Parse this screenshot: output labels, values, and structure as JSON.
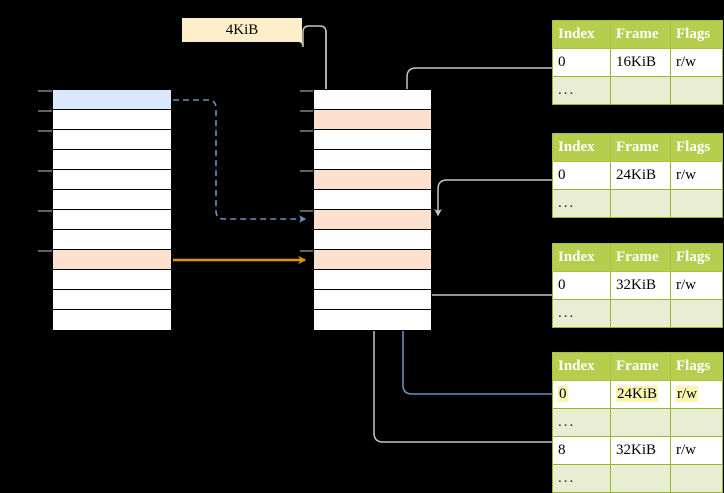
{
  "diagram": {
    "title": "Virtual memory page table walk diagram",
    "background_color": "#000000",
    "colors": {
      "blue_row": "#dae8fc",
      "peach_row": "#fde0ce",
      "table_header_green": "#b6cd4e",
      "table_ellipsis_green": "#e9eed3",
      "label_yellow": "#ffeeca",
      "highlight_yellow": "#fbf5ae",
      "orange_arrow": "#d79b00",
      "blue_arrow": "#6c8ebf",
      "gray_arrow": "#b3b3b3"
    }
  },
  "size_label": {
    "text": "4KiB",
    "name": "page-size-label"
  },
  "left_column": {
    "name": "virtual-address-space-column",
    "row_count": 12,
    "rows": [
      {
        "index": 0,
        "fill": "blue",
        "text": ""
      },
      {
        "index": 1,
        "fill": "white",
        "text": ""
      },
      {
        "index": 2,
        "fill": "white",
        "text": ""
      },
      {
        "index": 3,
        "fill": "white",
        "text": ""
      },
      {
        "index": 4,
        "fill": "white",
        "text": ""
      },
      {
        "index": 5,
        "fill": "white",
        "text": ""
      },
      {
        "index": 6,
        "fill": "white",
        "text": ""
      },
      {
        "index": 7,
        "fill": "white",
        "text": ""
      },
      {
        "index": 8,
        "fill": "peach",
        "text": ""
      },
      {
        "index": 9,
        "fill": "white",
        "text": ""
      },
      {
        "index": 10,
        "fill": "white",
        "text": ""
      },
      {
        "index": 11,
        "fill": "white",
        "text": ""
      }
    ]
  },
  "middle_column": {
    "name": "physical-memory-column",
    "row_count": 12,
    "rows": [
      {
        "index": 0,
        "fill": "white",
        "text": ""
      },
      {
        "index": 1,
        "fill": "peach",
        "text": ""
      },
      {
        "index": 2,
        "fill": "white",
        "text": ""
      },
      {
        "index": 3,
        "fill": "white",
        "text": ""
      },
      {
        "index": 4,
        "fill": "peach",
        "text": ""
      },
      {
        "index": 5,
        "fill": "white",
        "text": ""
      },
      {
        "index": 6,
        "fill": "peach",
        "text": ""
      },
      {
        "index": 7,
        "fill": "white",
        "text": ""
      },
      {
        "index": 8,
        "fill": "peach",
        "text": ""
      },
      {
        "index": 9,
        "fill": "white",
        "text": ""
      },
      {
        "index": 10,
        "fill": "white",
        "text": ""
      },
      {
        "index": 11,
        "fill": "white",
        "text": ""
      }
    ]
  },
  "tables": [
    {
      "name": "page-table-1",
      "headers": [
        "Index",
        "Frame",
        "Flags"
      ],
      "rows": [
        {
          "type": "data",
          "cells": [
            "0",
            "16KiB",
            "r/w"
          ],
          "highlight": [
            false,
            false,
            false
          ]
        },
        {
          "type": "ellipsis",
          "cells": [
            "...",
            "",
            ""
          ],
          "highlight": [
            false,
            false,
            false
          ]
        }
      ]
    },
    {
      "name": "page-table-2",
      "headers": [
        "Index",
        "Frame",
        "Flags"
      ],
      "rows": [
        {
          "type": "data",
          "cells": [
            "0",
            "24KiB",
            "r/w"
          ],
          "highlight": [
            false,
            false,
            false
          ]
        },
        {
          "type": "ellipsis",
          "cells": [
            "...",
            "",
            ""
          ],
          "highlight": [
            false,
            false,
            false
          ]
        }
      ]
    },
    {
      "name": "page-table-3",
      "headers": [
        "Index",
        "Frame",
        "Flags"
      ],
      "rows": [
        {
          "type": "data",
          "cells": [
            "0",
            "32KiB",
            "r/w"
          ],
          "highlight": [
            false,
            false,
            false
          ]
        },
        {
          "type": "ellipsis",
          "cells": [
            "...",
            "",
            ""
          ],
          "highlight": [
            false,
            false,
            false
          ]
        }
      ]
    },
    {
      "name": "page-table-4",
      "headers": [
        "Index",
        "Frame",
        "Flags"
      ],
      "rows": [
        {
          "type": "data",
          "cells": [
            "0",
            "24KiB",
            "r/w"
          ],
          "highlight": [
            true,
            true,
            true
          ]
        },
        {
          "type": "ellipsis",
          "cells": [
            "...",
            "",
            ""
          ],
          "highlight": [
            false,
            false,
            false
          ]
        },
        {
          "type": "data",
          "cells": [
            "8",
            "32KiB",
            "r/w"
          ],
          "highlight": [
            false,
            false,
            false
          ]
        },
        {
          "type": "ellipsis",
          "cells": [
            "...",
            "",
            ""
          ],
          "highlight": [
            false,
            false,
            false
          ]
        }
      ]
    }
  ],
  "connectors": [
    {
      "name": "size-label-to-physical-row2",
      "style": "gray-solid-arrow"
    },
    {
      "name": "virtual-blue-row-to-physical-row7",
      "style": "blue-dashed-arrow"
    },
    {
      "name": "virtual-peach-row-to-physical-row9",
      "style": "orange-solid-arrow"
    },
    {
      "name": "page-table-1-to-physical-row5",
      "style": "gray-solid-arrow"
    },
    {
      "name": "page-table-2-to-physical-row7",
      "style": "gray-solid-arrow"
    },
    {
      "name": "page-table-3-to-physical-row9",
      "style": "gray-solid-arrow"
    },
    {
      "name": "page-table-4-row1-to-physical-row7",
      "style": "blue-solid-arrow"
    },
    {
      "name": "page-table-4-row3-to-physical-row9",
      "style": "gray-solid-arrow"
    }
  ]
}
